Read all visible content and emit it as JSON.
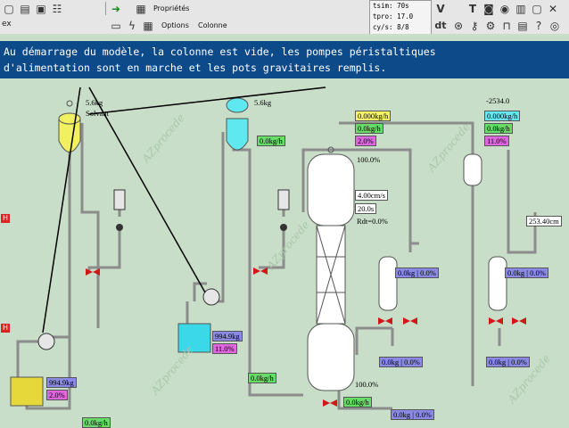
{
  "toolbar": {
    "proprietes_label": "Propriétés",
    "options_label": "Options",
    "colonne_label": "Colonne",
    "ex_label": "ex"
  },
  "info": {
    "tsim": "tsim: 70s",
    "tpro": "tpro: 17.0",
    "cys": "cy/s: 8/8"
  },
  "right_tools": {
    "v_label": "V",
    "dt_label": "dt"
  },
  "caption": {
    "line1": "Au démarrage du modèle, la colonne est vide, les pompes péristaltiques",
    "line2": "d'alimentation sont en marche et les pots gravitaires remplis."
  },
  "process": {
    "tank_yellow_label1": "5.6kg",
    "tank_yellow_label2": "Solvant",
    "tank_cyan_label": "5.6kg",
    "feed_flow": "0.0kg/h",
    "col_top_flow": "0.000kg/h",
    "col_top_flow2": "0.0kg/h",
    "col_top_pct": "2.0%",
    "col_top_level": "100.0%",
    "col_speed": "4.00cm/s",
    "col_time": "20.0s",
    "col_rdt": "Rdt=0.0%",
    "right_value": "-2534.0",
    "right_flow1": "0.000kg/h",
    "right_flow2": "0.0kg/h",
    "right_pct": "11.0%",
    "right_height": "253.40cm",
    "sep1_mass": "0.0kg | 0.0%",
    "sep1_out": "0.0kg | 0.0%",
    "sep2_mass": "0.0kg | 0.0%",
    "sep2_out": "0.0kg | 0.0%",
    "cyan_pot_mass": "994.9kg",
    "cyan_pot_pct": "11.0%",
    "cyan_flow": "0.0kg/h",
    "yellow_pot_mass": "994.9kg",
    "yellow_pot_pct": "2.0%",
    "yellow_flow": "0.0kg/h",
    "col_bottom_level": "100.0%",
    "col_bottom_flow": "0.0kg/h",
    "col_bottom_out": "0.0kg | 0.0%",
    "hlabel": "H"
  },
  "watermark": "AZprocede"
}
